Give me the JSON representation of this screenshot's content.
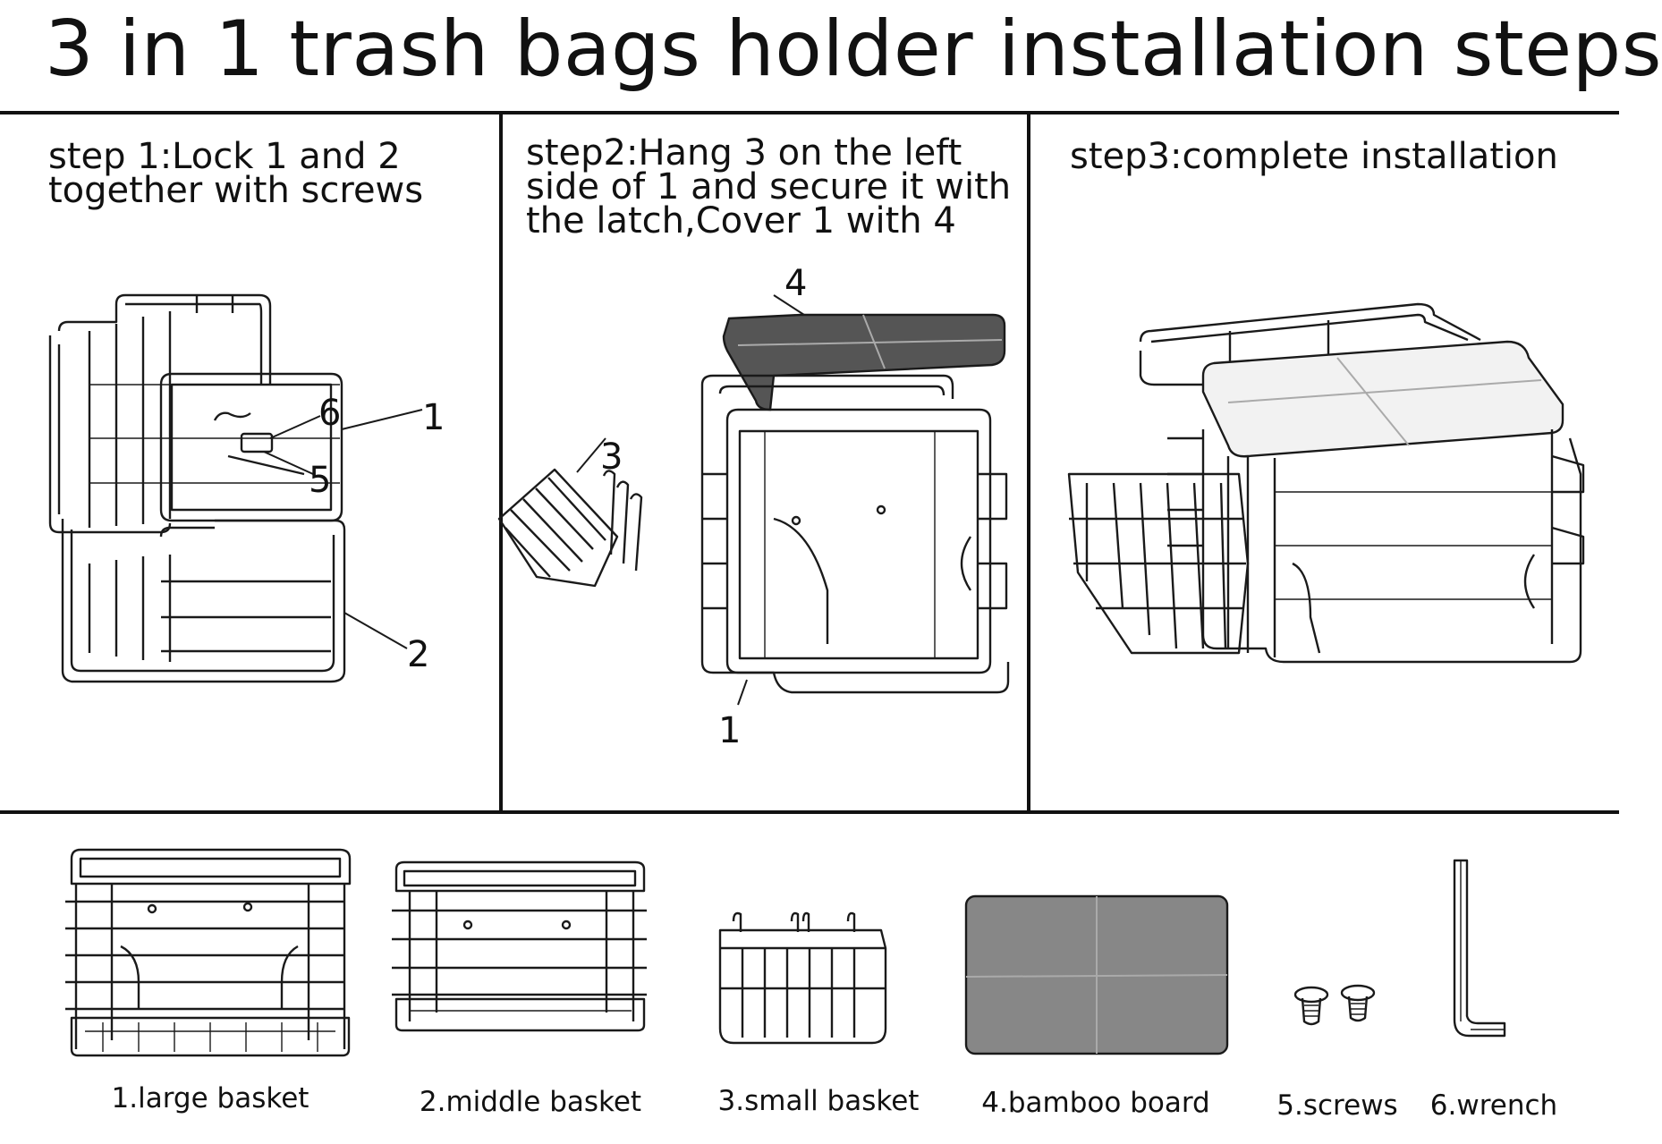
{
  "title": "3 in 1 trash bags holder  installation steps",
  "steps": [
    {
      "text": "step 1:Lock 1 and 2\ntogether with screws",
      "callouts": [
        "1",
        "6",
        "5",
        "2"
      ]
    },
    {
      "text": "step2:Hang 3 on the left\nside of 1 and secure it with\n the latch,Cover 1 with 4",
      "callouts": [
        "4",
        "3",
        "1"
      ]
    },
    {
      "text": "step3:complete installation"
    }
  ],
  "parts": [
    {
      "label": "1.large basket"
    },
    {
      "label": "2.middle basket"
    },
    {
      "label": "3.small basket"
    },
    {
      "label": "4.bamboo board"
    },
    {
      "label": "5.screws"
    },
    {
      "label": "6.wrench"
    }
  ],
  "colors": {
    "line": "#1a1a1a",
    "board_dark": "#555555",
    "board_mid": "#878787",
    "board_light": "#f2f2f2"
  }
}
